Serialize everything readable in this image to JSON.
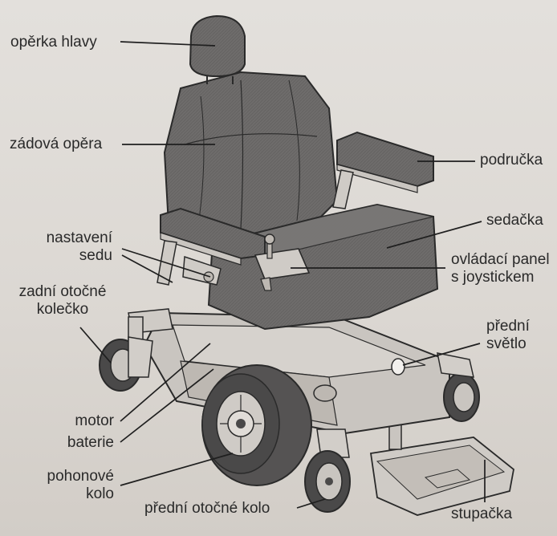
{
  "diagram": {
    "colors": {
      "background": "#ddd9d4",
      "upholstery": "#6e6c6b",
      "frame": "#c9c5c0",
      "tire": "#4a4949",
      "outline": "#2a2a2a",
      "leader": "#1f1f1f"
    },
    "labels": {
      "headrest": "opěrka hlavy",
      "backrest": "zádová opěra",
      "armrest": "područka",
      "seat": "sedačka",
      "seat_adjust_1": "nastavení",
      "seat_adjust_2": "sedu",
      "control_panel_1": "ovládací panel",
      "control_panel_2": "s joystickem",
      "rear_caster_1": "zadní otočné",
      "rear_caster_2": "kolečko",
      "front_light_1": "přední",
      "front_light_2": "světlo",
      "motor": "motor",
      "battery": "baterie",
      "drive_wheel_1": "pohonové",
      "drive_wheel_2": "kolo",
      "front_caster": "přední otočné kolo",
      "footrest": "stupačka"
    }
  }
}
